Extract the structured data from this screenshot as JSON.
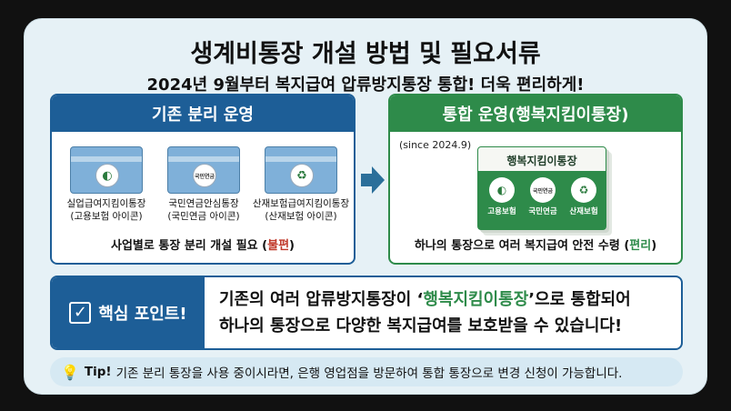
{
  "title": "생계비통장 개설 방법 및 필요서류",
  "subtitle": "2024년 9월부터 복지급여 압류방지통장 통합! 더욱 편리하게!",
  "left_panel": {
    "heading": "기존 분리 운영",
    "books": [
      {
        "line1": "실업급여지킴이통장",
        "line2": "(고용보험 아이콘)",
        "icon": "employment-insurance-icon"
      },
      {
        "line1": "국민연금안심통장",
        "line2": "(국민연금 아이콘)",
        "icon": "national-pension-icon",
        "icon_text": "국민연금"
      },
      {
        "line1": "산재보험급여지킴이통장",
        "line2": "(산재보험 아이콘)",
        "icon": "recycle-icon"
      }
    ],
    "note_prefix": "사업별로 통장 분리 개설 필요 (",
    "note_highlight": "불편",
    "note_suffix": ")"
  },
  "right_panel": {
    "heading": "통합 운영(행복지킴이통장)",
    "since": "(since 2024.9)",
    "book_title": "행복지킴이통장",
    "icons": [
      {
        "caption": "고용보험",
        "icon": "employment-insurance-icon"
      },
      {
        "caption": "국민연금",
        "icon": "national-pension-icon",
        "icon_text": "국민연금"
      },
      {
        "caption": "산재보험",
        "icon": "recycle-icon"
      }
    ],
    "note_prefix": "하나의 통장으로 여러 복지급여 안전 수령 (",
    "note_highlight": "편리",
    "note_suffix": ")"
  },
  "point": {
    "label": "핵심 포인트!",
    "line1_prefix": "기존의 여러 압류방지통장이 ‘",
    "line1_highlight": "행복지킴이통장",
    "line1_suffix": "’으로 통합되어",
    "line2": "하나의 통장으로 다양한 복지급여를 보호받을 수 있습니다!"
  },
  "tip": {
    "label": "Tip!",
    "text": "기존 분리 통장을 사용 중이시라면, 은행 영업점을 방문하여 통합 통장으로 변경 신청이 가능합니다."
  },
  "colors": {
    "blue": "#1d5e97",
    "green": "#2e8b4a",
    "red": "#c0392b",
    "background": "#e6f1f6"
  }
}
